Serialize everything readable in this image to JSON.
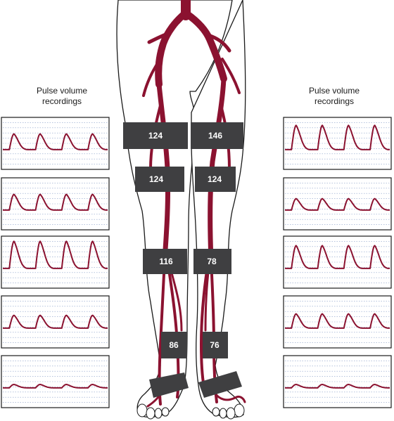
{
  "left_header": {
    "line1": "Pulse volume",
    "line2": "recordings"
  },
  "right_header": {
    "line1": "Pulse volume",
    "line2": "recordings"
  },
  "cuffs": {
    "left": [
      "124",
      "124",
      "116",
      "86",
      ""
    ],
    "right": [
      "146",
      "124",
      "78",
      "76",
      ""
    ]
  },
  "recordings": {
    "left": [
      {
        "level": "thigh-high",
        "peaks": 4,
        "amplitude": 0.55
      },
      {
        "level": "thigh-low",
        "peaks": 4,
        "amplitude": 0.55
      },
      {
        "level": "calf",
        "peaks": 4,
        "amplitude": 0.95
      },
      {
        "level": "ankle",
        "peaks": 4,
        "amplitude": 0.45
      },
      {
        "level": "foot",
        "peaks": 4,
        "amplitude": 0.12
      }
    ],
    "right": [
      {
        "level": "thigh-high",
        "peaks": 4,
        "amplitude": 0.85
      },
      {
        "level": "thigh-low",
        "peaks": 4,
        "amplitude": 0.4
      },
      {
        "level": "calf",
        "peaks": 4,
        "amplitude": 0.8
      },
      {
        "level": "ankle",
        "peaks": 4,
        "amplitude": 0.5
      },
      {
        "level": "foot",
        "peaks": 4,
        "amplitude": 0.12
      }
    ]
  },
  "colors": {
    "artery": "#8b1230",
    "trace": "#8b1230",
    "cuff": "#3f3f41",
    "cuff_text": "#ffffff",
    "grid": "#8aa0c8",
    "outline": "#1a1a1a"
  }
}
